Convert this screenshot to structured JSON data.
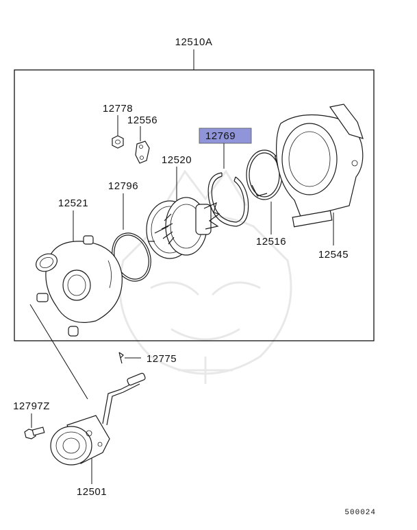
{
  "diagram": {
    "assembly_label": "12510A",
    "highlighted_part": "12769",
    "highlight_color": "#8f95d8",
    "diagram_code": "500024",
    "parts": [
      {
        "id": "p12778",
        "label": "12778",
        "name_icon": "nut-icon"
      },
      {
        "id": "p12556",
        "label": "12556",
        "name_icon": "plate-icon"
      },
      {
        "id": "p12769",
        "label": "12769",
        "name_icon": "snap-ring-icon"
      },
      {
        "id": "p12520",
        "label": "12520",
        "name_icon": "cartridge-icon"
      },
      {
        "id": "p12796",
        "label": "12796",
        "name_icon": "o-ring-icon"
      },
      {
        "id": "p12521",
        "label": "12521",
        "name_icon": "compressor-housing-icon"
      },
      {
        "id": "p12516",
        "label": "12516",
        "name_icon": "clamp-icon"
      },
      {
        "id": "p12545",
        "label": "12545",
        "name_icon": "turbine-housing-icon"
      },
      {
        "id": "p12775",
        "label": "12775",
        "name_icon": "clip-icon"
      },
      {
        "id": "p12797Z",
        "label": "12797Z",
        "name_icon": "bolt-icon"
      },
      {
        "id": "p12501",
        "label": "12501",
        "name_icon": "actuator-icon"
      }
    ]
  }
}
